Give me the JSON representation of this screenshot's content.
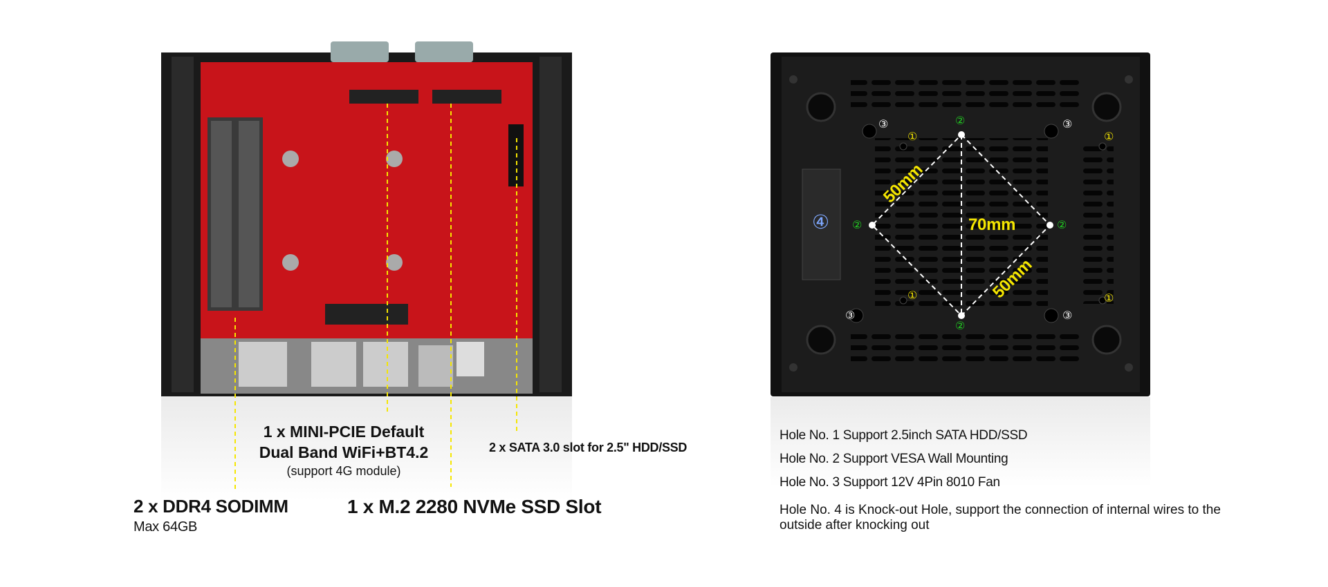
{
  "left_device": {
    "minipcie_line1": "1 x MINI-PCIE Default",
    "minipcie_line2": "Dual Band WiFi+BT4.2",
    "minipcie_note": "(support 4G module)",
    "sata_label": "2 x SATA 3.0 slot for 2.5\" HDD/SSD",
    "ddr_label": "2 x DDR4 SODIMM",
    "ddr_note": "Max 64GB",
    "m2_label": "1 x M.2 2280 NVMe SSD Slot"
  },
  "right_device": {
    "dim_top": "50mm",
    "dim_bottom": "50mm",
    "dim_diag": "70mm",
    "hole_markers": {
      "one": "①",
      "two": "②",
      "three": "③",
      "four": "④"
    },
    "notes": [
      "Hole No. 1 Support 2.5inch SATA HDD/SSD",
      "Hole No. 2 Support VESA Wall Mounting",
      "Hole No. 3 Support 12V 4Pin 8010 Fan",
      "Hole No. 4 is Knock-out Hole, support the connection of internal wires to the outside after knocking out"
    ]
  },
  "colors": {
    "annotation": "#f5e600",
    "vesa_marker": "#22cc22",
    "pcb": "#c8141a"
  }
}
